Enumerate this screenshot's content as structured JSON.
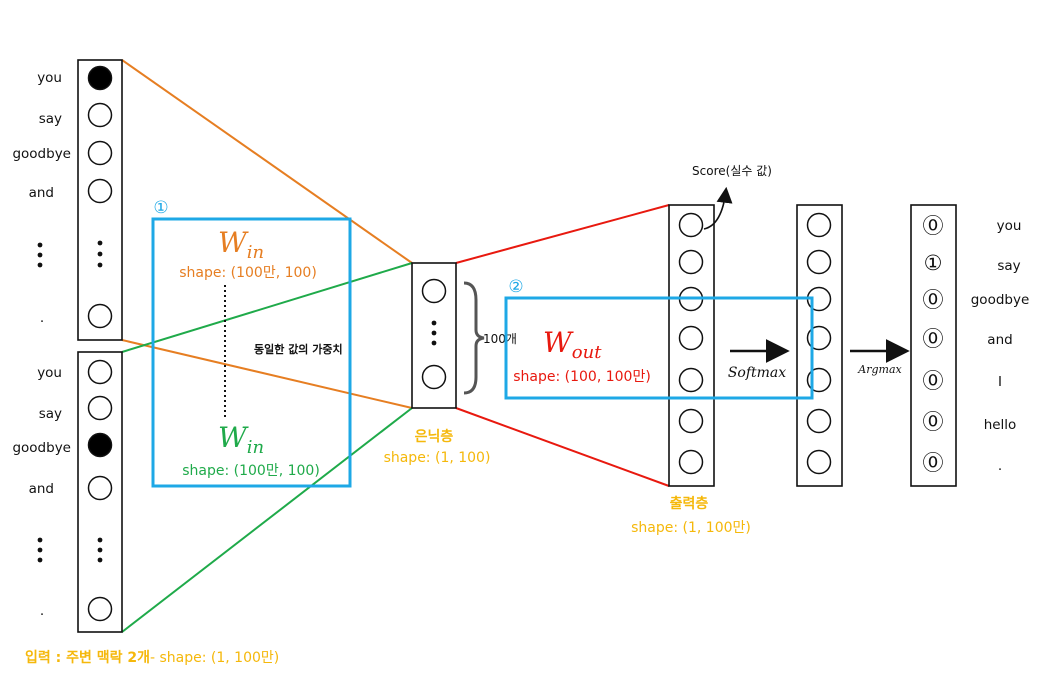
{
  "input_top": {
    "words": [
      "you",
      "say",
      "goodbye",
      "and",
      "."
    ],
    "onehot_index": 0
  },
  "input_bottom": {
    "words": [
      "you",
      "say",
      "goodbye",
      "and",
      "."
    ],
    "onehot_index": 2
  },
  "marker_1": "①",
  "marker_2": "②",
  "w_in_top": {
    "main": "W",
    "sub": "in",
    "shape": "shape: (100만, 100)"
  },
  "w_in_bottom": {
    "main": "W",
    "sub": "in",
    "shape": "shape: (100만, 100)"
  },
  "shared_weight_note": "동일한 값의 가중치",
  "hidden": {
    "title": "은닉층",
    "shape": "shape: (1, 100)",
    "count": "100개"
  },
  "w_out": {
    "main": "W",
    "sub": "out",
    "shape": "shape: (100, 100만)"
  },
  "output": {
    "title": "출력층",
    "shape": "shape: (1, 100만)",
    "score_note": "Score(실수 값)"
  },
  "softmax_label": "Softmax",
  "argmax_label": "Argmax",
  "final": {
    "values": [
      "⓪",
      "①",
      "⓪",
      "⓪",
      "⓪",
      "⓪",
      "⓪"
    ],
    "words": [
      "you",
      "say",
      "goodbye",
      "and",
      "I",
      "hello",
      "."
    ]
  },
  "input_caption": {
    "title": "입력 : 주변 맥락 2개",
    "shape": "- shape: (1, 100만)"
  },
  "colors": {
    "orange": "#e67e22",
    "green": "#1faa4a",
    "red": "#e8190f",
    "blue": "#1ea8e6",
    "yellow": "#f5b80b"
  }
}
